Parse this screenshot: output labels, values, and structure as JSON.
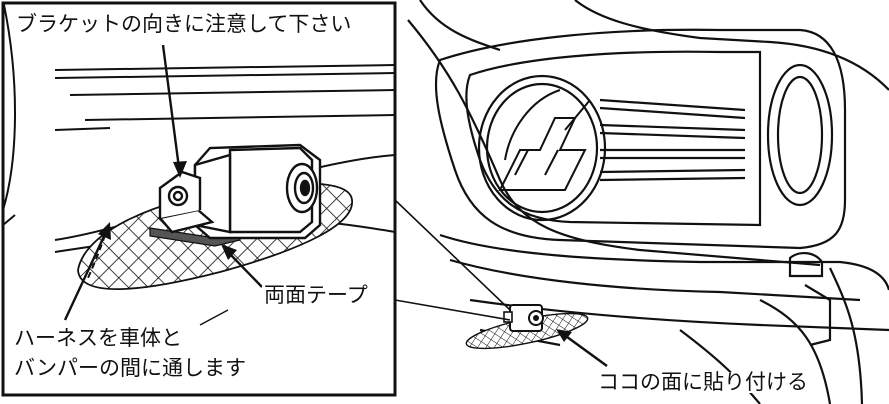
{
  "labels": {
    "bracket_orientation": "ブラケットの向きに注意して下さい",
    "double_sided_tape": "両面テープ",
    "harness_line1": "ハーネスを車体と",
    "harness_line2": "バンパーの間に通します",
    "attach_surface": "ココの面に貼り付ける"
  },
  "colors": {
    "line": "#111111",
    "fill": "#ffffff",
    "tape": "#555555"
  }
}
